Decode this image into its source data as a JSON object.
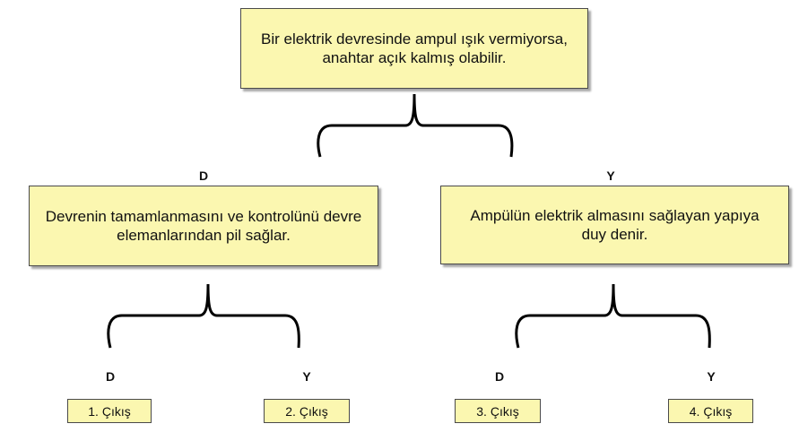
{
  "root": {
    "text": "Bir elektrik devresinde ampul ışık vermiyorsa, anahtar açık kalmış olabilir."
  },
  "level1": [
    {
      "branch": "D",
      "text": "Devrenin tamamlanmasını ve kontrolünü devre elemanlarından pil sağlar."
    },
    {
      "branch": "Y",
      "text": "Ampülün elektrik almasını sağlayan yapıya duy denir."
    }
  ],
  "level2": [
    {
      "branch": "D",
      "output": "1. Çıkış"
    },
    {
      "branch": "Y",
      "output": "2. Çıkış"
    },
    {
      "branch": "D",
      "output": "3. Çıkış"
    },
    {
      "branch": "Y",
      "output": "4. Çıkış"
    }
  ],
  "colors": {
    "box_fill": "#fbf7b0",
    "border": "#4a4a4a"
  }
}
